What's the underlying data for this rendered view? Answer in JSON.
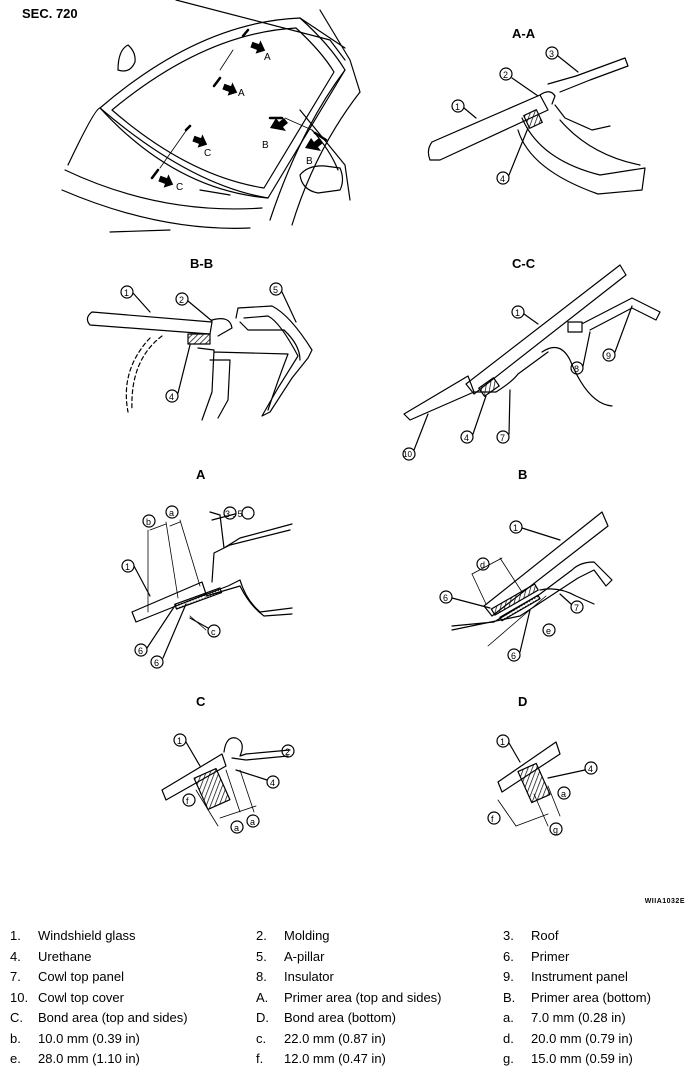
{
  "section_label": "SEC. 720",
  "image_code": "WIIA1032E",
  "view_titles": {
    "aa": "A-A",
    "bb": "B-B",
    "cc": "C-C",
    "a": "A",
    "b": "B",
    "c": "C",
    "d": "D"
  },
  "callouts": {
    "one": "1",
    "two": "2",
    "three": "3",
    "four": "4",
    "five": "5",
    "six": "6",
    "seven": "7",
    "eight": "8",
    "nine": "9",
    "ten": "10",
    "three_five": "3 , 5",
    "a": "a",
    "b": "b",
    "c": "c",
    "d": "d",
    "e": "e",
    "f": "f",
    "g": "g"
  },
  "arrow_labels": {
    "A": "A",
    "B": "B",
    "C": "C"
  },
  "legend": [
    [
      {
        "n": "1.",
        "t": "Windshield glass"
      },
      {
        "n": "2.",
        "t": "Molding"
      },
      {
        "n": "3.",
        "t": "Roof"
      }
    ],
    [
      {
        "n": "4.",
        "t": "Urethane"
      },
      {
        "n": "5.",
        "t": "A-pillar"
      },
      {
        "n": "6.",
        "t": "Primer"
      }
    ],
    [
      {
        "n": "7.",
        "t": "Cowl top panel"
      },
      {
        "n": "8.",
        "t": "Insulator"
      },
      {
        "n": "9.",
        "t": "Instrument panel"
      }
    ],
    [
      {
        "n": "10.",
        "t": "Cowl top cover"
      },
      {
        "n": "A.",
        "t": "Primer area (top and sides)"
      },
      {
        "n": "B.",
        "t": "Primer area (bottom)"
      }
    ],
    [
      {
        "n": "C.",
        "t": "Bond area (top and sides)"
      },
      {
        "n": "D.",
        "t": "Bond area (bottom)"
      },
      {
        "n": "a.",
        "t": "7.0 mm (0.28 in)"
      }
    ],
    [
      {
        "n": "b.",
        "t": "10.0 mm (0.39 in)"
      },
      {
        "n": "c.",
        "t": "22.0 mm (0.87 in)"
      },
      {
        "n": "d.",
        "t": "20.0 mm (0.79 in)"
      }
    ],
    [
      {
        "n": "e.",
        "t": "28.0 mm (1.10 in)"
      },
      {
        "n": "f.",
        "t": "12.0 mm (0.47 in)"
      },
      {
        "n": "g.",
        "t": "15.0 mm (0.59 in)"
      }
    ]
  ]
}
